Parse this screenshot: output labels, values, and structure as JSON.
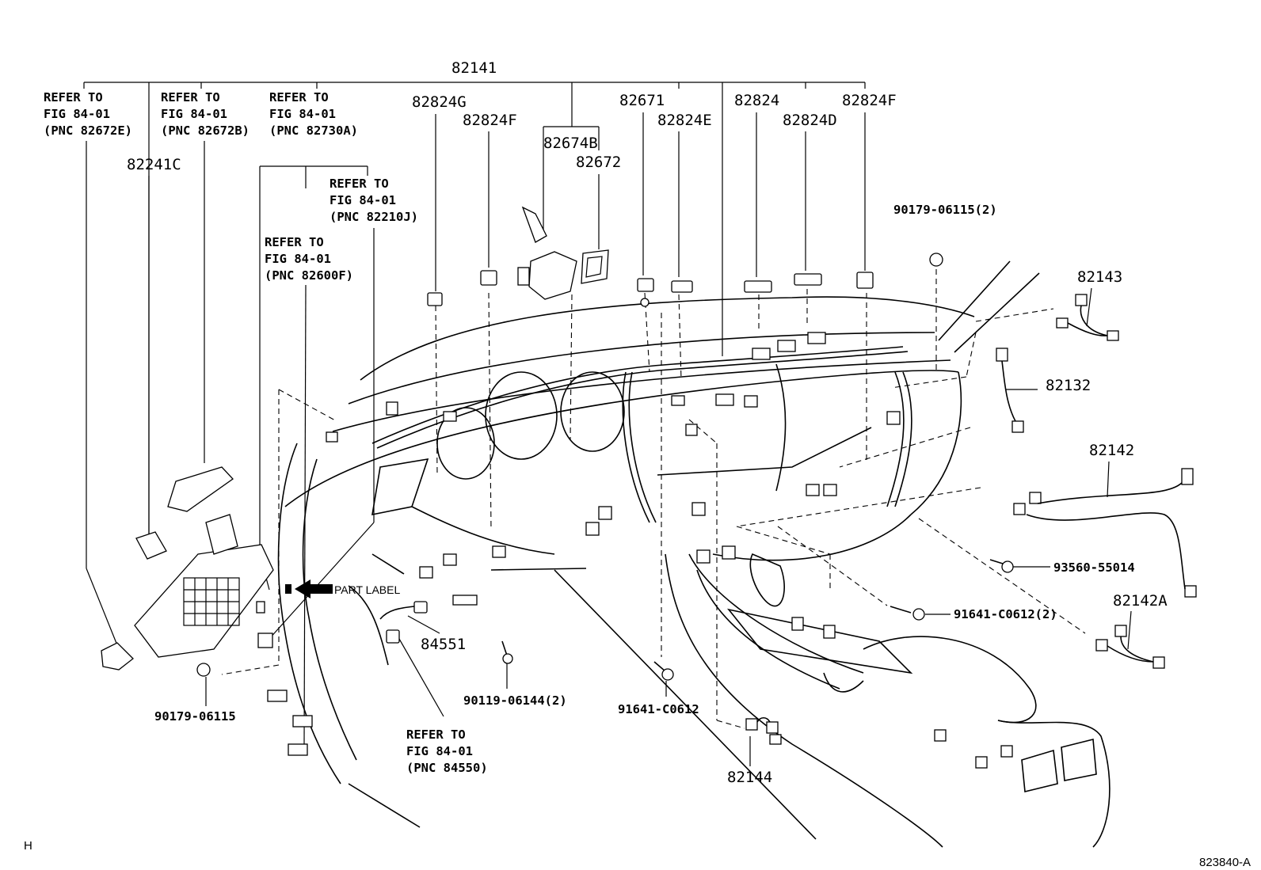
{
  "labels": {
    "p82141": "82141",
    "p82824G": "82824G",
    "p82824F_a": "82824F",
    "p82671": "82671",
    "p82824": "82824",
    "p82824F_b": "82824F",
    "p82824E": "82824E",
    "p82824D": "82824D",
    "p82674B": "82674B",
    "p82672": "82672",
    "p82241C": "82241C",
    "p90179_06115_2": "90179-06115(2)",
    "p82143": "82143",
    "p82132": "82132",
    "p82142": "82142",
    "p93560_55014": "93560-55014",
    "p91641_C0612_2": "91641-C0612(2)",
    "p82142A": "82142A",
    "p84551": "84551",
    "p90179_06115": "90179-06115",
    "p90119_06144_2": "90119-06144(2)",
    "p91641_C0612": "91641-C0612",
    "p82144": "82144",
    "part_label": "PART LABEL"
  },
  "notes": {
    "n82672E": [
      "REFER TO",
      "FIG 84-01",
      "(PNC 82672E)"
    ],
    "n82672B": [
      "REFER TO",
      "FIG 84-01",
      "(PNC 82672B)"
    ],
    "n82730A": [
      "REFER TO",
      "FIG 84-01",
      "(PNC 82730A)"
    ],
    "n82210J": [
      "REFER TO",
      "FIG 84-01",
      "(PNC 82210J)"
    ],
    "n82600F": [
      "REFER TO",
      "FIG 84-01",
      "(PNC 82600F)"
    ],
    "n84550": [
      "REFER TO",
      "FIG 84-01",
      "(PNC 84550)"
    ]
  },
  "footer": {
    "left_mark": "H",
    "figure_code": "823840-A"
  }
}
